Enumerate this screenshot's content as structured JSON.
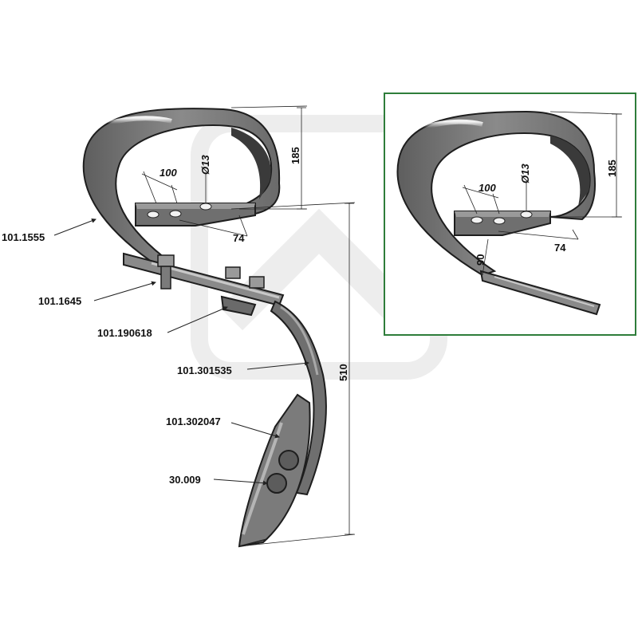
{
  "diagram": {
    "part_labels": [
      "101.1555",
      "101.1645",
      "101.190618",
      "101.301535",
      "101.302047",
      "30.009"
    ],
    "main_dims": {
      "spacing": "100",
      "hole": "Ø13",
      "height": "185",
      "width": "74",
      "length": "510"
    },
    "inset_dims": {
      "spacing": "100",
      "hole": "Ø13",
      "height": "185",
      "width": "74",
      "angle": "90"
    },
    "colors": {
      "frame": "#2e7d3a",
      "part": "#7b7b7b",
      "part_dark": "#2a2a2a",
      "watermark": "#ececec"
    }
  }
}
